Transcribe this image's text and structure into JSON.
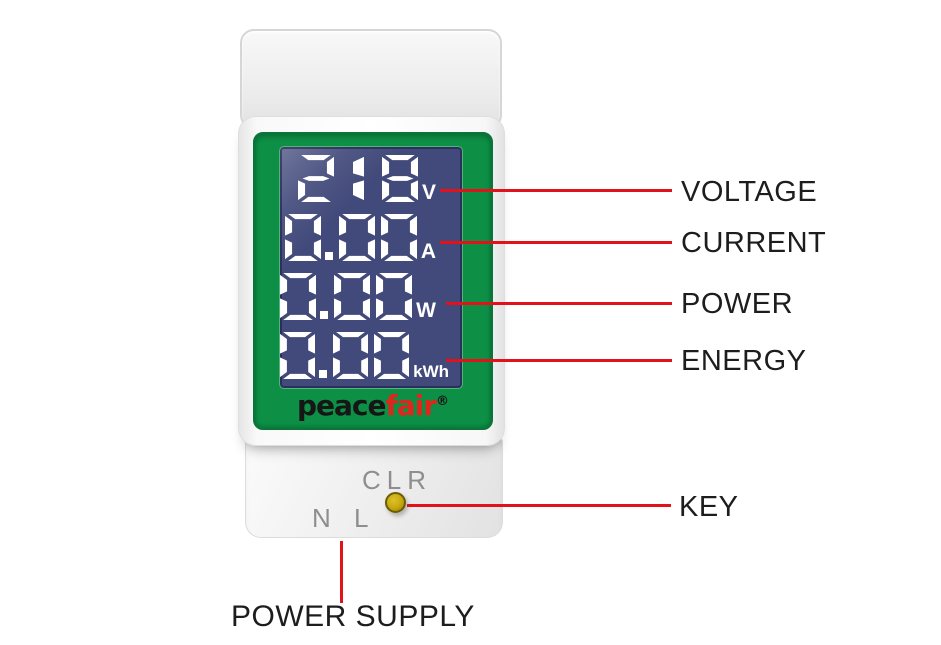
{
  "device": {
    "brand": {
      "part1": "peace",
      "part2": "fair",
      "registered": "®"
    },
    "display": {
      "rows": [
        {
          "value": "218",
          "unit": "V"
        },
        {
          "value": "0.00",
          "unit": "A"
        },
        {
          "value": "0.00",
          "unit": "W"
        },
        {
          "value": "0.00",
          "unit": "kWh"
        }
      ]
    },
    "key_label": "CLR",
    "terminal_label": "N L"
  },
  "annotations": {
    "labels": [
      {
        "id": "voltage",
        "text": "VOLTAGE"
      },
      {
        "id": "current",
        "text": "CURRENT"
      },
      {
        "id": "power",
        "text": "POWER"
      },
      {
        "id": "energy",
        "text": "ENERGY"
      },
      {
        "id": "key",
        "text": "KEY"
      },
      {
        "id": "power_supply",
        "text": "POWER SUPPLY"
      }
    ]
  },
  "colors": {
    "accent_red": "#e2121b",
    "panel_green": "#0d9046",
    "lcd_navy": "#424a7b",
    "button_yellow": "#c7a70e",
    "label_dark": "#1d1d1d",
    "muted_gray": "#8e8e8e"
  }
}
